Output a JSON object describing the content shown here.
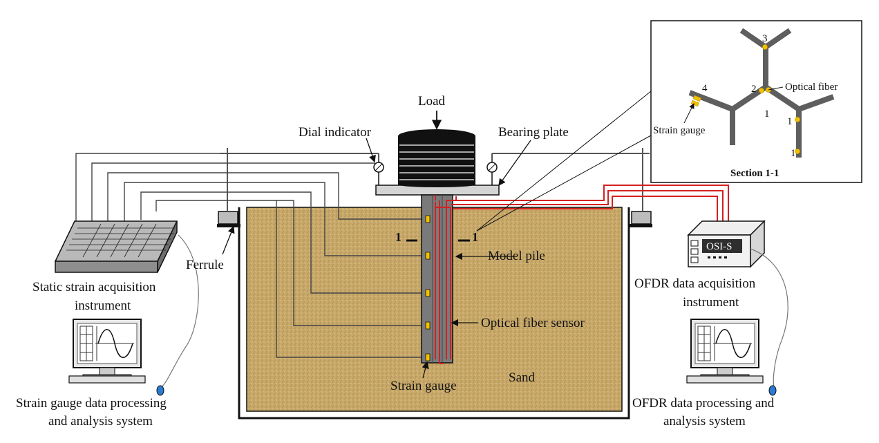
{
  "labels": {
    "load": "Load",
    "dial_indicator": "Dial indicator",
    "bearing_plate": "Bearing plate",
    "ferrule": "Ferrule",
    "model_pile": "Model pile",
    "optical_fiber_sensor": "Optical fiber sensor",
    "strain_gauge": "Strain gauge",
    "sand": "Sand",
    "section_marker": "1",
    "static_instrument_line1": "Static strain acquisition",
    "static_instrument_line2": "instrument",
    "ofdr_instrument_line1": "OFDR data acquisition",
    "ofdr_instrument_line2": "instrument",
    "strain_system_line1": "Strain gauge data processing",
    "strain_system_line2": "and analysis system",
    "ofdr_system_line1": "OFDR data processing and",
    "ofdr_system_line2": "analysis system",
    "ofdr_device_text": "OSI-S"
  },
  "inset": {
    "title": "Section 1-1",
    "optical_fiber": "Optical fiber",
    "strain_gauge": "Strain gauge",
    "points": [
      "3",
      "2",
      "4",
      "1",
      "1",
      "1"
    ]
  },
  "colors": {
    "sand": "#c8a96a",
    "fiber": "#d42020",
    "pile": "#7a7a7a",
    "gauge": "#f2c200",
    "plate": "#d4d4d4"
  }
}
